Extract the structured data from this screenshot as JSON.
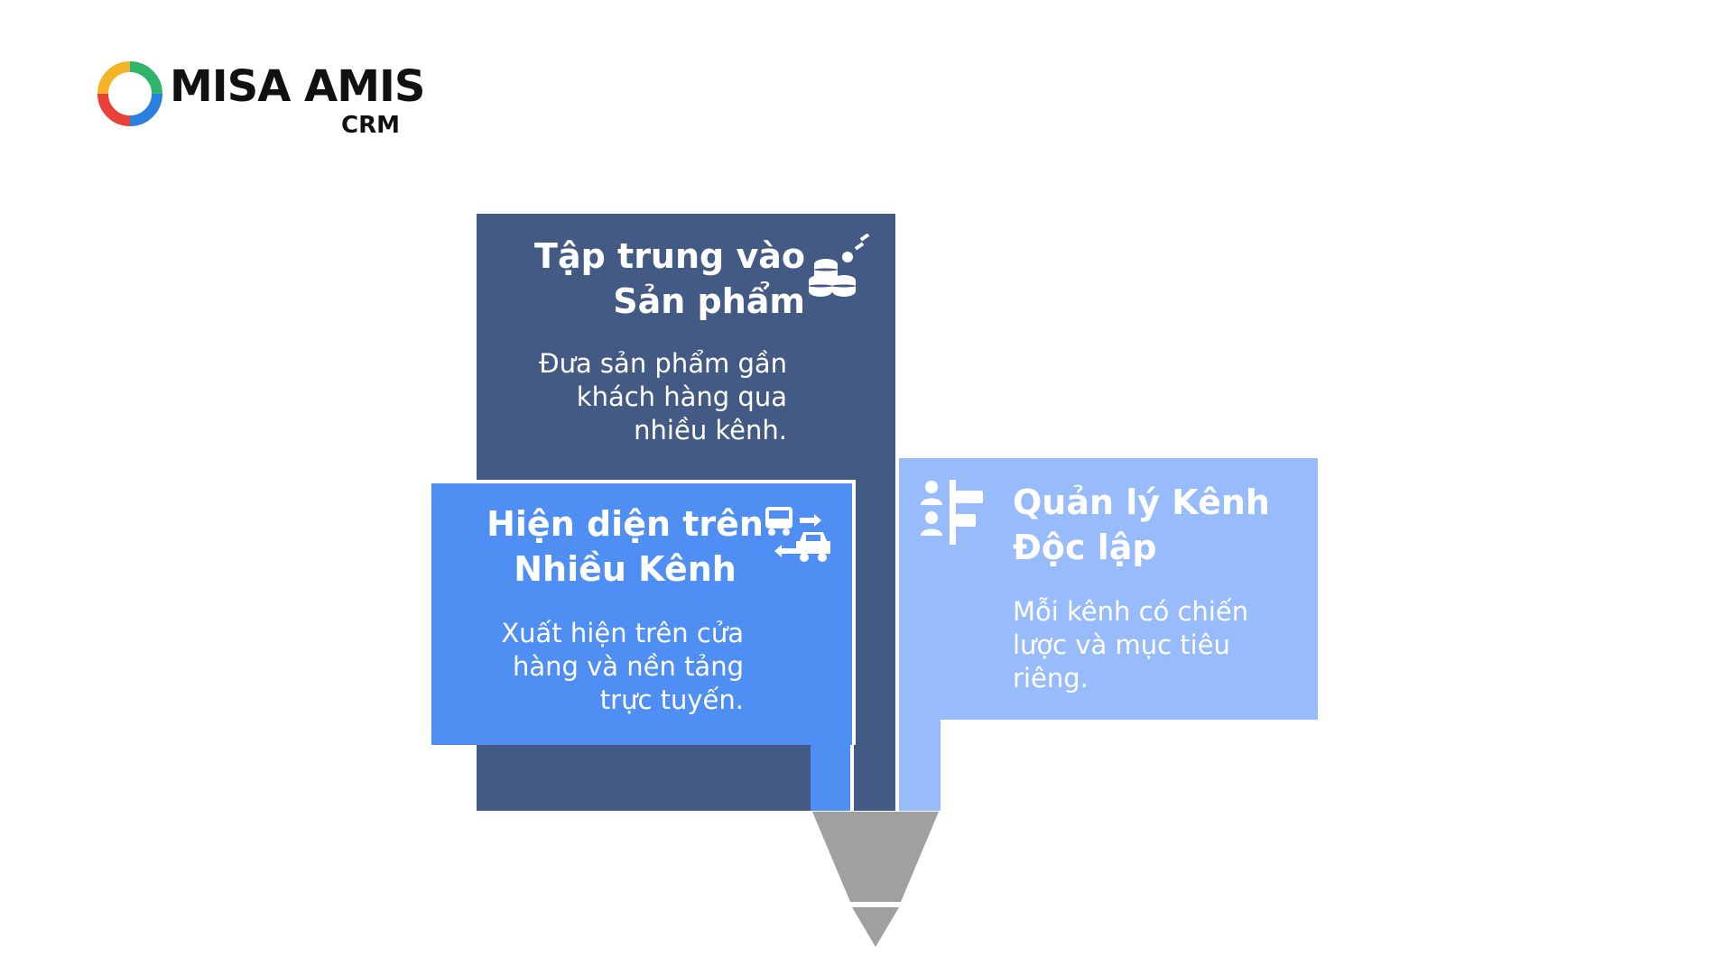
{
  "logo": {
    "brand": "MISA AMIS",
    "product": "CRM",
    "colors": [
      "#e8413b",
      "#f5b326",
      "#2fb46c",
      "#2b7fe0"
    ]
  },
  "colors": {
    "panel_dark": "#435b84",
    "panel_mid": "#4f8ef2",
    "panel_light": "#98bcfb",
    "funnel": "#a0a0a0"
  },
  "panels": [
    {
      "id": "product",
      "title_lines": [
        "Tập trung vào",
        "Sản phẩm"
      ],
      "desc_lines": [
        "Đưa sản phẩm gần",
        "khách hàng qua",
        "nhiều kênh."
      ],
      "icon": "coins-icon"
    },
    {
      "id": "multichannel",
      "title_lines": [
        "Hiện diện trên",
        "Nhiều Kênh"
      ],
      "desc_lines": [
        "Xuất hiện trên cửa",
        "hàng và nền tảng",
        "trực tuyến."
      ],
      "icon": "vehicles-route-icon"
    },
    {
      "id": "independent",
      "title_lines": [
        "Quản lý Kênh",
        "Độc lập"
      ],
      "desc_lines": [
        "Mỗi kênh có chiến",
        "lược và mục tiêu",
        "riêng."
      ],
      "icon": "people-signpost-icon"
    }
  ]
}
